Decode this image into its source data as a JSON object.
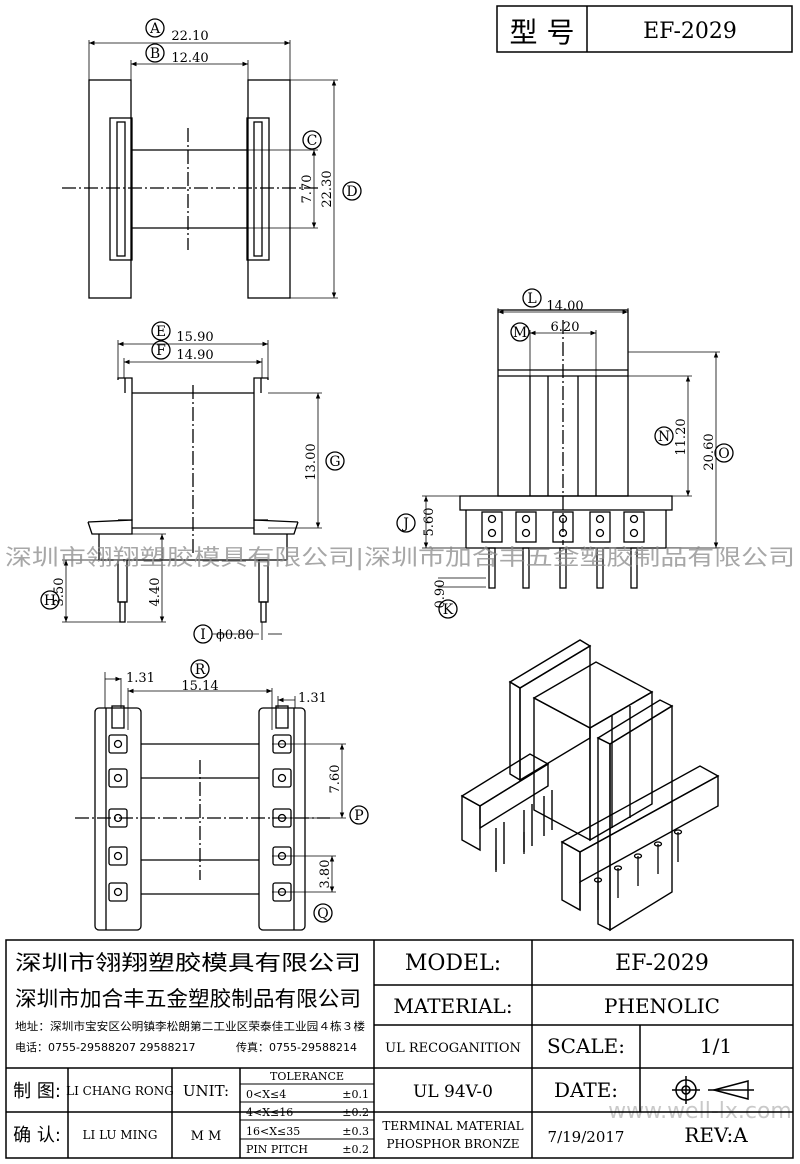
{
  "header": {
    "model_label": "型 号",
    "model_value": "EF-2029"
  },
  "watermark": {
    "text": "深圳市翎翔塑胶模具有限公司|深圳市加合丰五金塑胶制品有限公司",
    "site": "www.well-lx.com"
  },
  "top_view": {
    "callouts": [
      "A",
      "B",
      "C",
      "D"
    ],
    "dims": {
      "a": "22.10",
      "b": "12.40",
      "c": "7.70",
      "d": "22.30"
    }
  },
  "side_view": {
    "callouts": [
      "E",
      "F",
      "G",
      "H",
      "I"
    ],
    "dims": {
      "e": "15.90",
      "f": "14.90",
      "g": "13.00",
      "h": "3.50",
      "h2": "4.40",
      "i": "ϕ0.80"
    }
  },
  "front_view": {
    "callouts": [
      "L",
      "M",
      "N",
      "O",
      "J",
      "K"
    ],
    "dims": {
      "l": "14.00",
      "m": "6.20",
      "n": "11.20",
      "o": "20.60",
      "j": "5.60",
      "k": "0.90"
    }
  },
  "bottom_view": {
    "callouts": [
      "R",
      "P",
      "Q"
    ],
    "dims": {
      "r": "15.14",
      "r_left": "1.31",
      "r_right": "1.31",
      "p": "7.60",
      "q": "3.80"
    }
  },
  "title_block": {
    "company1": "深圳市翎翔塑胶模具有限公司",
    "company2": "深圳市加合丰五金塑胶制品有限公司",
    "address": "地址：深圳市宝安区公明镇李松朗第二工业区荣泰佳工业园４栋３楼",
    "phone": "电话：0755-29588207  29588217",
    "fax": "传真：0755-29588214",
    "model_label": "MODEL:",
    "model_value": "EF-2029",
    "material_label": "MATERIAL:",
    "material_value": "PHENOLIC",
    "ul_label": "UL RECOGANITION",
    "ul_value": "UL 94V-0",
    "scale_label": "SCALE:",
    "scale_value": "1/1",
    "date_label": "DATE:",
    "date_value": "7/19/2017",
    "terminal_label1": "TERMINAL MATERIAL",
    "terminal_label2": "PHOSPHOR  BRONZE",
    "rev_value": "REV:A",
    "drawn_label": "制 图:",
    "drawn_value": "LI CHANG RONG",
    "check_label": "确 认:",
    "check_value": "LI LU MING",
    "unit_label": "UNIT:",
    "unit_value": "M M",
    "tolerance_title": "TOLERANCE",
    "tolerances": [
      {
        "range": "0<X≤4",
        "value": "±0.1"
      },
      {
        "range": "4<X≤16",
        "value": "±0.2"
      },
      {
        "range": "16<X≤35",
        "value": "±0.3"
      },
      {
        "range": "PIN PITCH",
        "value": "±0.2"
      }
    ]
  }
}
